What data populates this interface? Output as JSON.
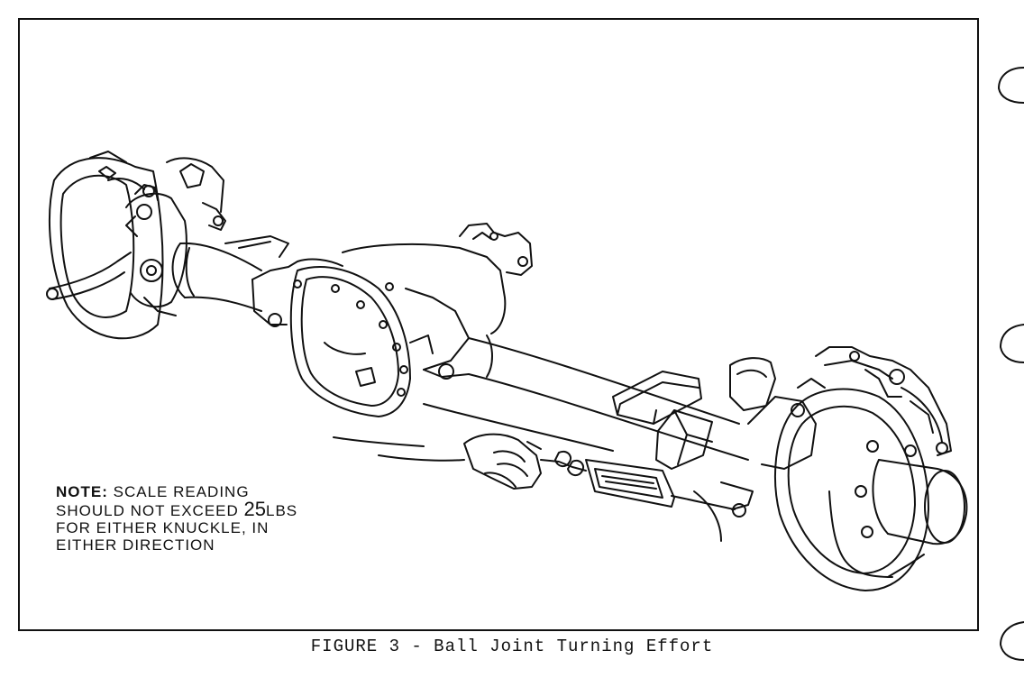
{
  "note": {
    "label": "NOTE:",
    "line1": "SCALE READING",
    "line2_pre": "SHOULD NOT EXCEED ",
    "line2_value": "25",
    "line2_unit": "LBS",
    "line3": "FOR EITHER KNUCKLE, IN",
    "line4": "EITHER DIRECTION"
  },
  "caption": "FIGURE 3 - Ball Joint Turning Effort",
  "colors": {
    "ink": "#111111",
    "paper": "#ffffff"
  },
  "icons": [
    "axle-illustration",
    "hand-illustration",
    "spring-scale-illustration",
    "binder-hole-icon"
  ]
}
